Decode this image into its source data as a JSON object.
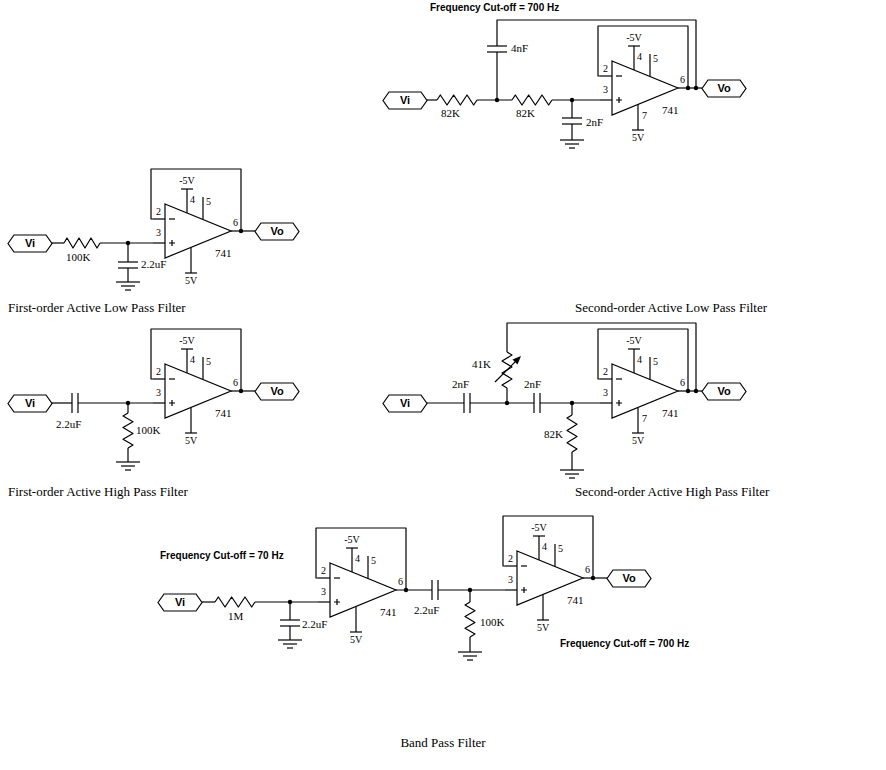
{
  "diagram": {
    "nodes": [
      {
        "text": [
          "Vi"
        ]
      },
      {
        "text": [
          "741"
        ]
      },
      {
        "text": [
          "Vo"
        ]
      },
      {
        "text": [
          "Vi"
        ]
      },
      {
        "text": [
          "741"
        ]
      },
      {
        "text": [
          "Vo"
        ]
      },
      {
        "text": [
          "Vi"
        ]
      },
      {
        "text": [
          "741"
        ]
      },
      {
        "text": [
          "Vo"
        ]
      },
      {
        "text": [
          "Vi"
        ]
      },
      {
        "text": [
          "741"
        ]
      },
      {
        "text": [
          "Vo"
        ]
      },
      {
        "text": [
          "Vi"
        ]
      },
      {
        "text": [
          "741"
        ]
      },
      {
        "text": [
          "741"
        ]
      },
      {
        "text": [
          "Vo"
        ]
      }
    ],
    "edges": [
      {
        "from": 1,
        "to": 2,
        "arrow": "none"
      },
      {
        "from": 4,
        "to": 5,
        "arrow": "none"
      },
      {
        "from": 7,
        "to": 8,
        "arrow": "none"
      },
      {
        "from": 10,
        "to": 11,
        "arrow": "none"
      },
      {
        "from": 14,
        "to": 15,
        "arrow": "none"
      }
    ],
    "labels": [
      "Frequency Cut-off = 700 Hz",
      "100K",
      "2.2uF",
      "-5V",
      "4",
      "5",
      "2",
      "3",
      "6",
      "5V",
      "First-order Active Low Pass Filter",
      "4nF",
      "82K",
      "82K",
      "2nF",
      "-5V",
      "4",
      "5",
      "2",
      "3",
      "6",
      "7",
      "5V",
      "Second-order Active Low Pass Filter",
      "2.2uF",
      "100K",
      "-5V",
      "4",
      "5",
      "2",
      "3",
      "6",
      "5V",
      "First-order Active High Pass Filter",
      "41K",
      "2nF",
      "2nF",
      "82K",
      "-5V",
      "4",
      "5",
      "2",
      "3",
      "6",
      "7",
      "5V",
      "Second-order Active High Pass Filter",
      "Frequency Cut-off = 70 Hz",
      "1M",
      "2.2uF",
      "-5V",
      "4",
      "5",
      "2",
      "3",
      "6",
      "5V",
      "2.2uF",
      "100K",
      "-5V",
      "4",
      "5",
      "2",
      "3",
      "6",
      "5V",
      "Frequency Cut-off = 700 Hz",
      "Band Pass Filter"
    ]
  }
}
